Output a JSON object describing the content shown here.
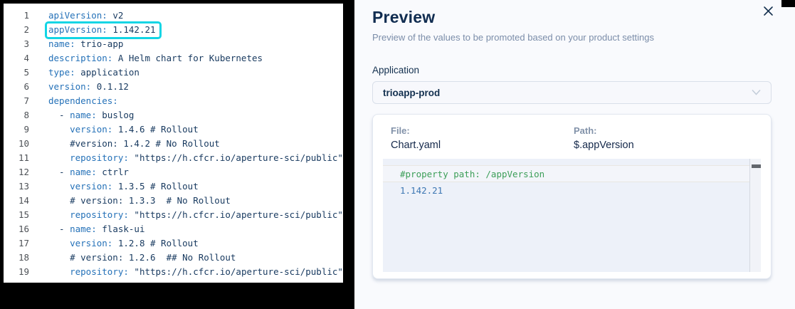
{
  "editor": {
    "highlighted_line": 2,
    "lines": [
      {
        "num": "1",
        "tokens": [
          [
            "key",
            "apiVersion:"
          ],
          [
            "plain",
            " v2"
          ]
        ]
      },
      {
        "num": "2",
        "tokens": [
          [
            "key",
            "appVersion:"
          ],
          [
            "plain",
            " 1.142.21"
          ]
        ]
      },
      {
        "num": "3",
        "tokens": [
          [
            "key",
            "name:"
          ],
          [
            "plain",
            " trio-app"
          ]
        ]
      },
      {
        "num": "4",
        "tokens": [
          [
            "key",
            "description:"
          ],
          [
            "plain",
            " A Helm chart for Kubernetes"
          ]
        ]
      },
      {
        "num": "5",
        "tokens": [
          [
            "key",
            "type:"
          ],
          [
            "plain",
            " application"
          ]
        ]
      },
      {
        "num": "6",
        "tokens": [
          [
            "key",
            "version:"
          ],
          [
            "plain",
            " 0.1.12"
          ]
        ]
      },
      {
        "num": "7",
        "tokens": [
          [
            "key",
            "dependencies:"
          ]
        ]
      },
      {
        "num": "8",
        "tokens": [
          [
            "plain",
            "  - "
          ],
          [
            "key",
            "name:"
          ],
          [
            "plain",
            " buslog"
          ]
        ]
      },
      {
        "num": "9",
        "tokens": [
          [
            "plain",
            "    "
          ],
          [
            "key",
            "version:"
          ],
          [
            "plain",
            " 1.4.6 # Rollout"
          ]
        ]
      },
      {
        "num": "10",
        "tokens": [
          [
            "plain",
            "    #version: 1.4.2 # No Rollout"
          ]
        ]
      },
      {
        "num": "11",
        "tokens": [
          [
            "plain",
            "    "
          ],
          [
            "key",
            "repository:"
          ],
          [
            "plain",
            " \"https://h.cfcr.io/aperture-sci/public\""
          ]
        ]
      },
      {
        "num": "12",
        "tokens": [
          [
            "plain",
            "  - "
          ],
          [
            "key",
            "name:"
          ],
          [
            "plain",
            " ctrlr"
          ]
        ]
      },
      {
        "num": "13",
        "tokens": [
          [
            "plain",
            "    "
          ],
          [
            "key",
            "version:"
          ],
          [
            "plain",
            " 1.3.5 # Rollout"
          ]
        ]
      },
      {
        "num": "14",
        "tokens": [
          [
            "plain",
            "    # version: 1.3.3  # No Rollout"
          ]
        ]
      },
      {
        "num": "15",
        "tokens": [
          [
            "plain",
            "    "
          ],
          [
            "key",
            "repository:"
          ],
          [
            "plain",
            " \"https://h.cfcr.io/aperture-sci/public\""
          ]
        ]
      },
      {
        "num": "16",
        "tokens": [
          [
            "plain",
            "  - "
          ],
          [
            "key",
            "name:"
          ],
          [
            "plain",
            " flask-ui"
          ]
        ]
      },
      {
        "num": "17",
        "tokens": [
          [
            "plain",
            "    "
          ],
          [
            "key",
            "version:"
          ],
          [
            "plain",
            " 1.2.8 # Rollout"
          ]
        ]
      },
      {
        "num": "18",
        "tokens": [
          [
            "plain",
            "    # version: 1.2.6  ## No Rollout"
          ]
        ]
      },
      {
        "num": "19",
        "tokens": [
          [
            "plain",
            "    "
          ],
          [
            "key",
            "repository:"
          ],
          [
            "plain",
            " \"https://h.cfcr.io/aperture-sci/public\""
          ]
        ]
      }
    ]
  },
  "preview": {
    "title": "Preview",
    "subtitle": "Preview of the values to be promoted based on your product settings",
    "close_icon": "x-icon",
    "application": {
      "label": "Application",
      "selected_value": "trioapp-prod",
      "chevron_icon": "chevron-down-icon"
    },
    "promotion_card": {
      "file_label": "File:",
      "file_value": "Chart.yaml",
      "path_label": "Path:",
      "path_value": "$.appVersion",
      "code_lines": [
        {
          "text": "#property path: /appVersion",
          "style": "comment",
          "highlighted": true
        },
        {
          "text": "1.142.21",
          "style": "value",
          "highlighted": false
        }
      ]
    }
  },
  "colors": {
    "highlight_box": "#12d5e5",
    "yaml_key": "#2471b8",
    "yaml_plain": "#17395f",
    "preview_comment_green": "#3c9e58",
    "preview_value_blue": "#3d77b3",
    "title_navy": "#102c50",
    "frame_black": "#000000"
  }
}
